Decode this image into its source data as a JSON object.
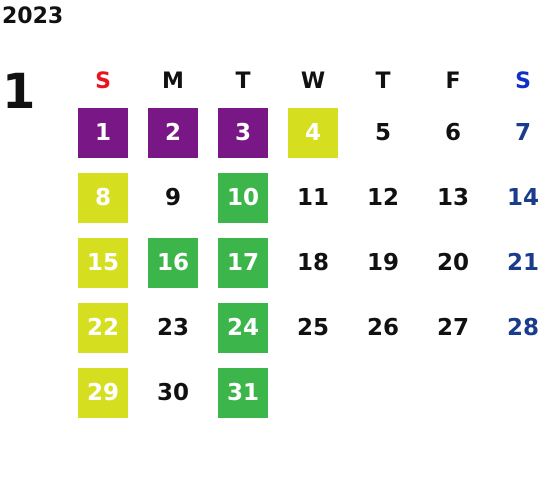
{
  "year": "2023",
  "month": "1",
  "colors": {
    "purple": "#7a1787",
    "yellow": "#d5de1f",
    "green": "#3cb54a",
    "sunday_header": "#e8141e",
    "saturday_header": "#1030c8",
    "saturday_day": "#1a3c8c"
  },
  "weekdays": [
    "S",
    "M",
    "T",
    "W",
    "T",
    "F",
    "S"
  ],
  "weeks": [
    [
      {
        "day": "1",
        "mark": "purple"
      },
      {
        "day": "2",
        "mark": "purple"
      },
      {
        "day": "3",
        "mark": "purple"
      },
      {
        "day": "4",
        "mark": "yellow"
      },
      {
        "day": "5",
        "mark": ""
      },
      {
        "day": "6",
        "mark": ""
      },
      {
        "day": "7",
        "mark": ""
      }
    ],
    [
      {
        "day": "8",
        "mark": "yellow"
      },
      {
        "day": "9",
        "mark": ""
      },
      {
        "day": "10",
        "mark": "green"
      },
      {
        "day": "11",
        "mark": ""
      },
      {
        "day": "12",
        "mark": ""
      },
      {
        "day": "13",
        "mark": ""
      },
      {
        "day": "14",
        "mark": ""
      }
    ],
    [
      {
        "day": "15",
        "mark": "yellow"
      },
      {
        "day": "16",
        "mark": "green"
      },
      {
        "day": "17",
        "mark": "green"
      },
      {
        "day": "18",
        "mark": ""
      },
      {
        "day": "19",
        "mark": ""
      },
      {
        "day": "20",
        "mark": ""
      },
      {
        "day": "21",
        "mark": ""
      }
    ],
    [
      {
        "day": "22",
        "mark": "yellow"
      },
      {
        "day": "23",
        "mark": ""
      },
      {
        "day": "24",
        "mark": "green"
      },
      {
        "day": "25",
        "mark": ""
      },
      {
        "day": "26",
        "mark": ""
      },
      {
        "day": "27",
        "mark": ""
      },
      {
        "day": "28",
        "mark": ""
      }
    ],
    [
      {
        "day": "29",
        "mark": "yellow"
      },
      {
        "day": "30",
        "mark": ""
      },
      {
        "day": "31",
        "mark": "green"
      },
      {
        "day": "",
        "mark": ""
      },
      {
        "day": "",
        "mark": ""
      },
      {
        "day": "",
        "mark": ""
      },
      {
        "day": "",
        "mark": ""
      }
    ]
  ]
}
